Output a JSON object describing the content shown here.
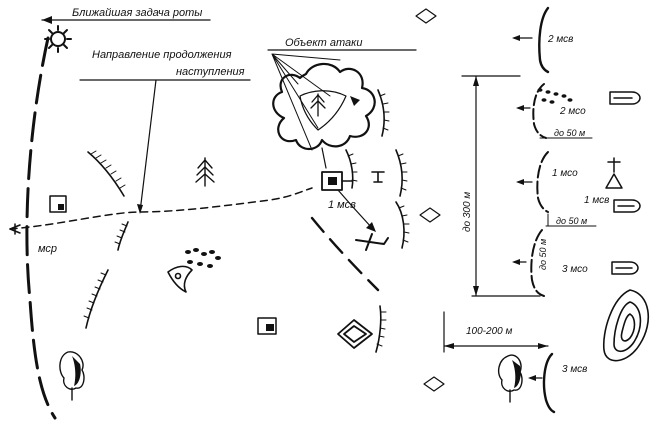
{
  "labels": {
    "immediate_task": "Ближайшая задача роты",
    "continue_direction_1": "Направление продолжения",
    "continue_direction_2": "наступления",
    "attack_object": "Объект атаки",
    "msr": "мср",
    "platoon_1_center": "1 мсв",
    "platoon_2": "2 мсв",
    "platoon_2_squad": "2 мсо",
    "platoon_1_squad": "1 мсо",
    "platoon_1_right": "1 мсв",
    "platoon_3_squad": "3 мсо",
    "platoon_3": "3 мсв",
    "gap_50_top": "до 50 м",
    "gap_50_mid": "до 50 м",
    "gap_50_vertical": "до 50 м",
    "depth_300": "до 300 м",
    "interval_100_200": "100-200 м"
  },
  "icons": [
    "sun-icon",
    "tree-icon",
    "bush-icon",
    "tank-icon",
    "rhombus-icon",
    "bmp-icon",
    "artillery-icon",
    "hill-contour-icon",
    "arrow-icon"
  ],
  "colors": {
    "ink": "#111111",
    "background": "#ffffff"
  }
}
